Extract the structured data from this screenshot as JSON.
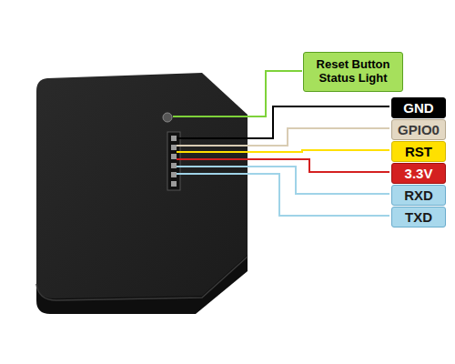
{
  "diagram": {
    "nodes": [
      {
        "text": [
          "Reset Button Status Light"
        ]
      },
      {
        "text": [
          "GND"
        ]
      },
      {
        "text": [
          "GPIO0"
        ]
      },
      {
        "text": [
          "RST"
        ]
      },
      {
        "text": [
          "3.3V"
        ]
      },
      {
        "text": [
          "RXD"
        ]
      },
      {
        "text": [
          "TXD"
        ]
      }
    ]
  }
}
